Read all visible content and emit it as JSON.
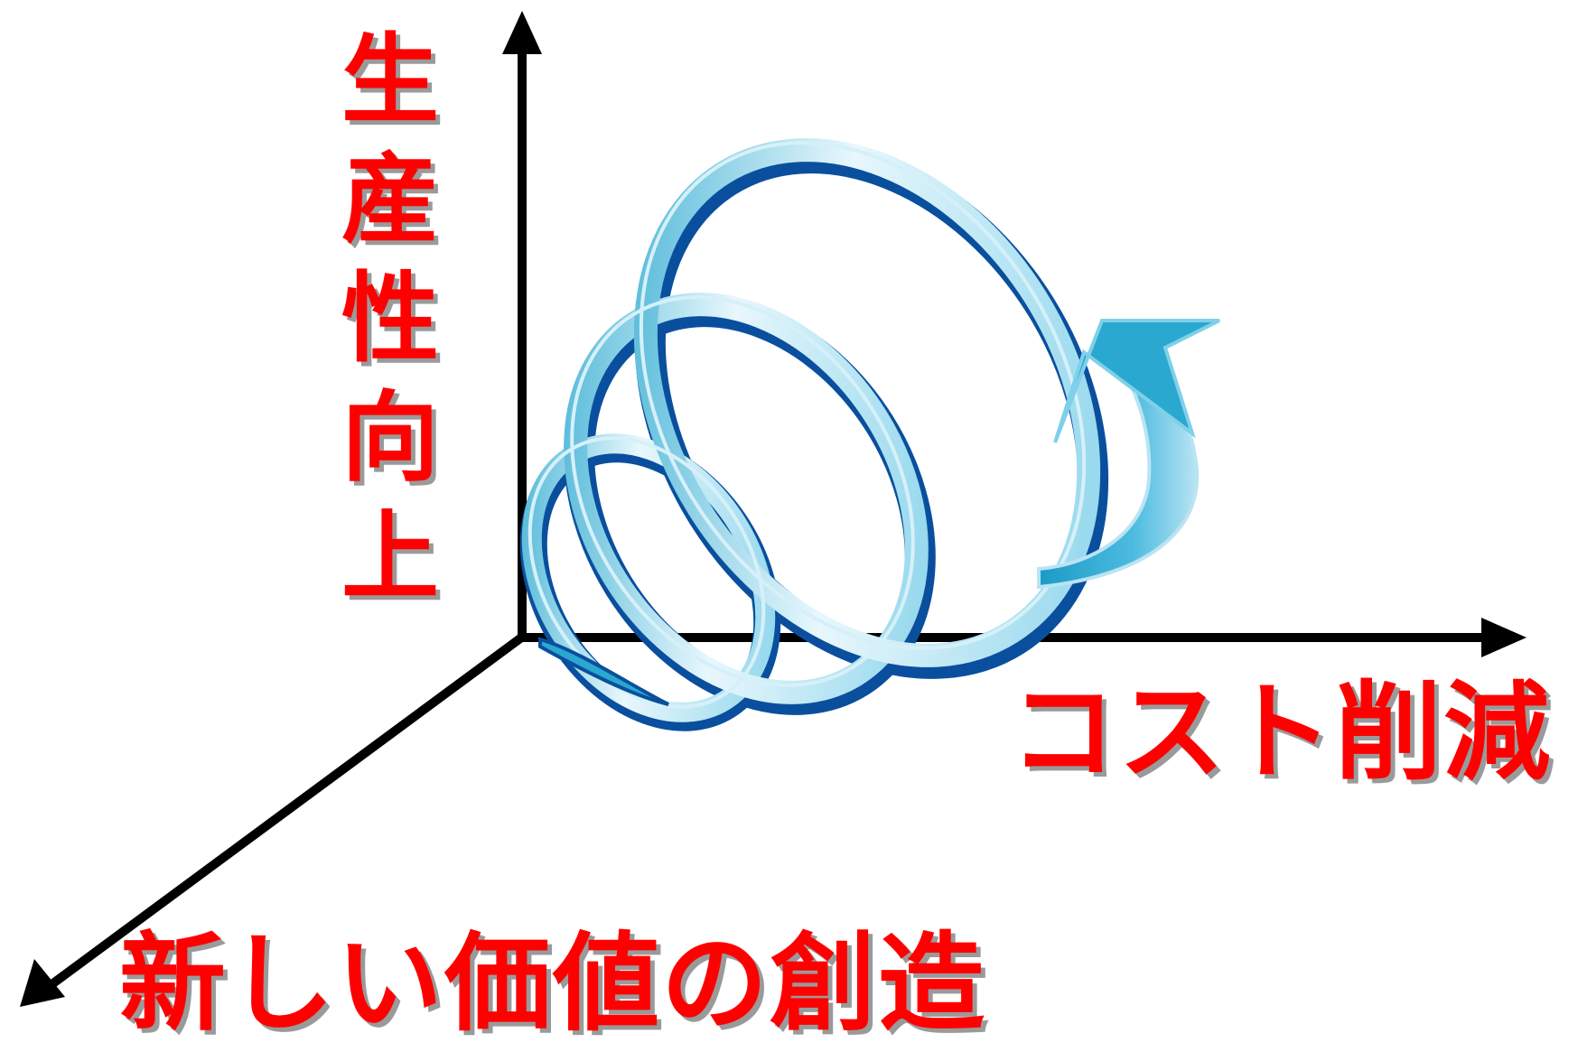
{
  "labels": {
    "vertical_axis": "生産性向上",
    "horizontal_axis": "コスト削減",
    "depth_axis": "新しい価値の創造"
  },
  "colors": {
    "label_text": "#ff0000",
    "label_shadow": "#9a9a9a",
    "axis": "#000000",
    "ribbon_dark": "#0a4f9e",
    "ribbon_mid": "#2aa8cf",
    "ribbon_light": "#b9e4f3"
  },
  "icons": {
    "spiral": "upward-spiral-arrow"
  }
}
